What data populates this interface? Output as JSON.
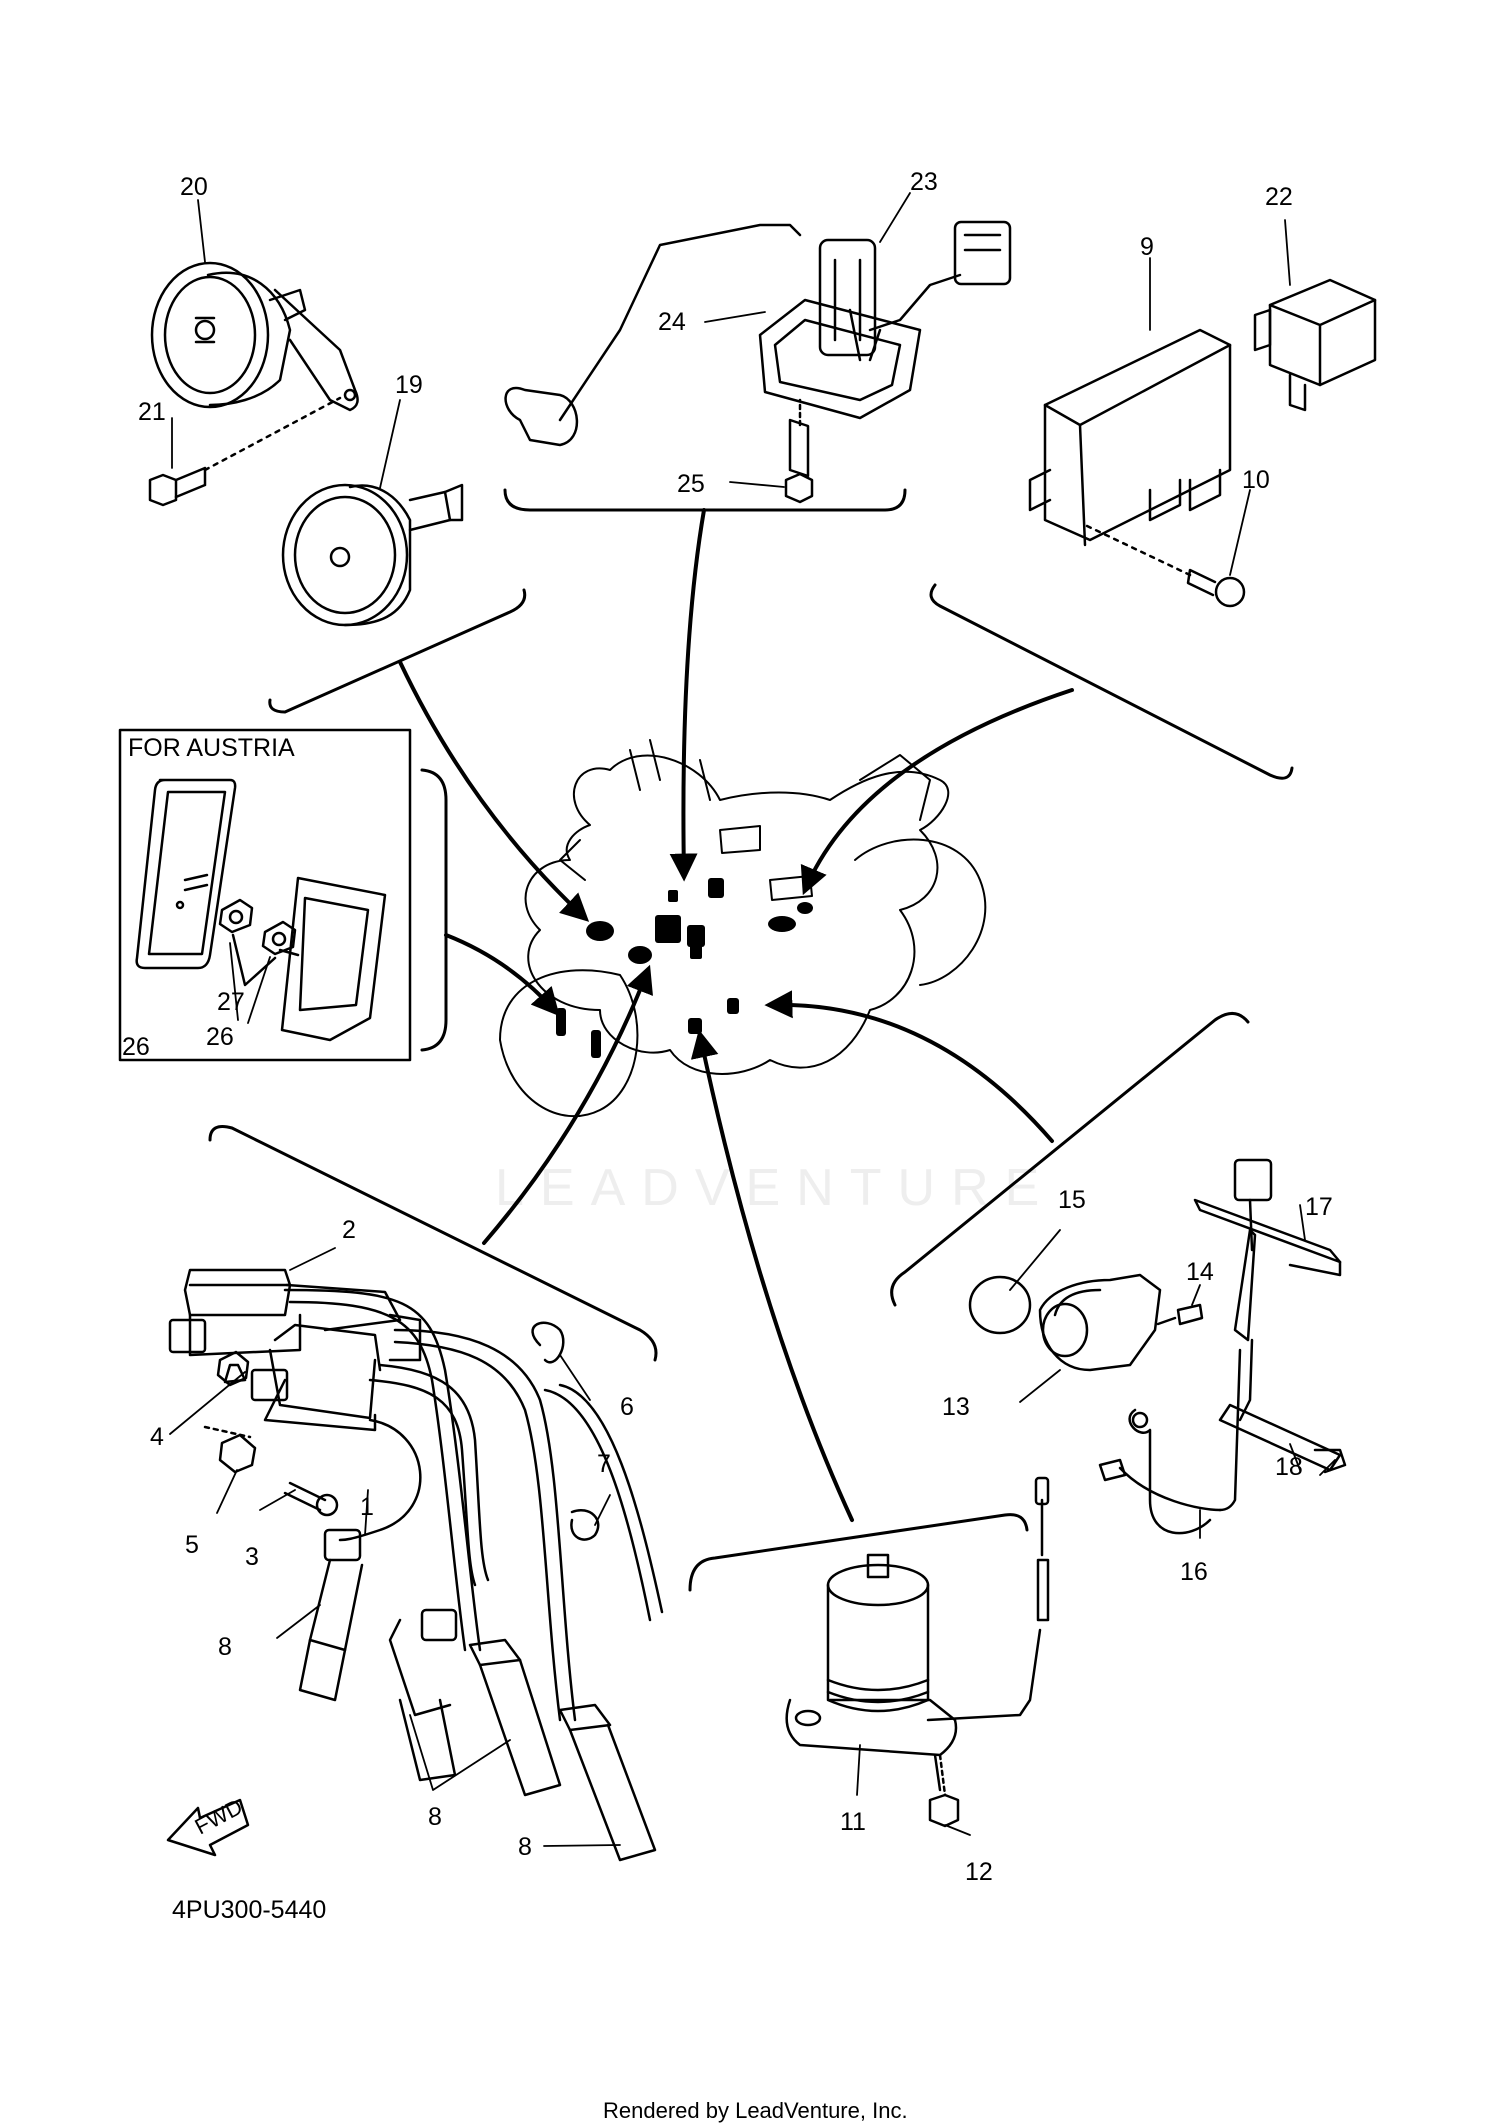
{
  "diagram": {
    "inset_title": "FOR AUSTRIA",
    "drawing_code": "4PU300-5440",
    "footer": "Rendered by LeadVenture, Inc.",
    "watermark": "LEADVENTURE",
    "fwd_label": "FWD",
    "callouts": [
      {
        "label": "1"
      },
      {
        "label": "2"
      },
      {
        "label": "3"
      },
      {
        "label": "4"
      },
      {
        "label": "5"
      },
      {
        "label": "6"
      },
      {
        "label": "7"
      },
      {
        "label": "8"
      },
      {
        "label": "8"
      },
      {
        "label": "8"
      },
      {
        "label": "9"
      },
      {
        "label": "10"
      },
      {
        "label": "11"
      },
      {
        "label": "12"
      },
      {
        "label": "13"
      },
      {
        "label": "14"
      },
      {
        "label": "15"
      },
      {
        "label": "16"
      },
      {
        "label": "17"
      },
      {
        "label": "18"
      },
      {
        "label": "19"
      },
      {
        "label": "20"
      },
      {
        "label": "21"
      },
      {
        "label": "22"
      },
      {
        "label": "23"
      },
      {
        "label": "24"
      },
      {
        "label": "25"
      },
      {
        "label": "26"
      },
      {
        "label": "26"
      },
      {
        "label": "27"
      },
      {
        "label": "8"
      }
    ]
  }
}
